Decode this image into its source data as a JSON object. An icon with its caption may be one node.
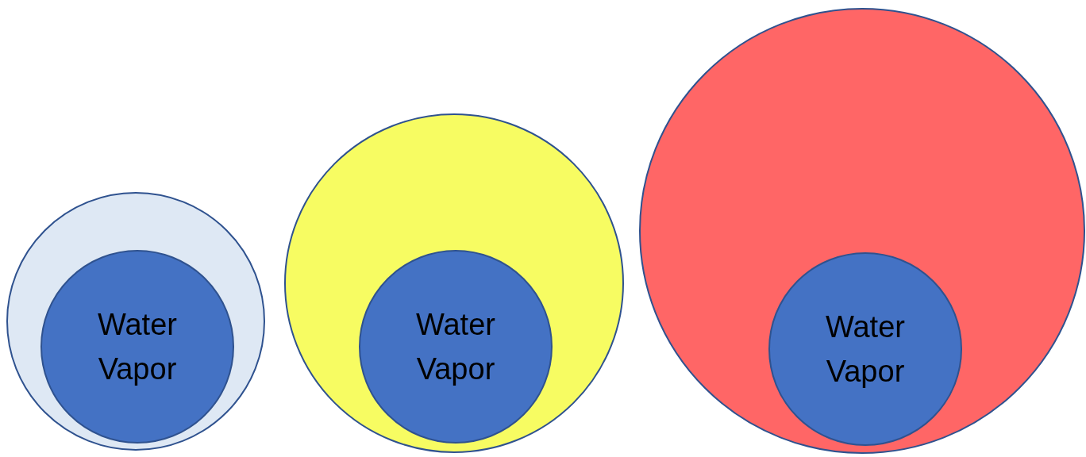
{
  "diagram": {
    "nodes": [
      {
        "text": [],
        "shape": "circle"
      },
      {
        "text": [
          "Water Vapor"
        ],
        "in": 0
      },
      {
        "text": [],
        "shape": "circle"
      },
      {
        "text": [
          "Water Vapor"
        ],
        "in": 2
      },
      {
        "text": [],
        "shape": "circle"
      },
      {
        "text": [
          "Water Vapor"
        ],
        "in": 4
      }
    ]
  }
}
